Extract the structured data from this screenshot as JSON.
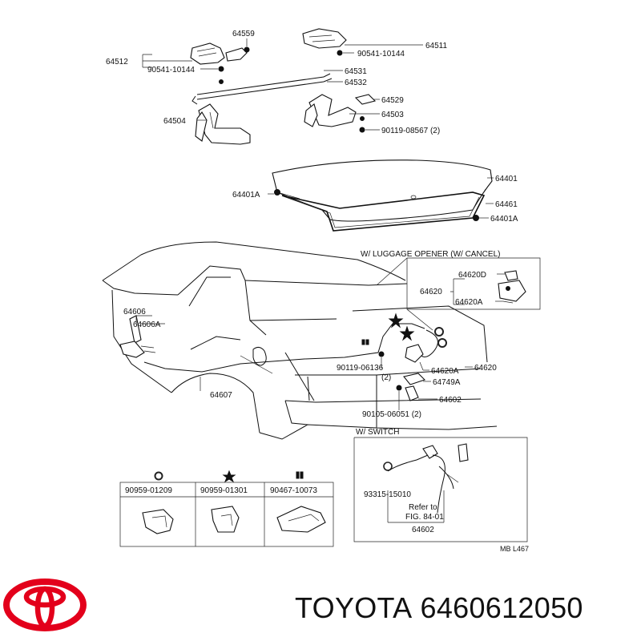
{
  "labels": {
    "p64559": "64559",
    "p64511": "64511",
    "p64512": "64512",
    "p90541_right": "90541-10144",
    "p90541_left": "90541-10144",
    "p64531": "64531",
    "p64532": "64532",
    "p64529": "64529",
    "p64504": "64504",
    "p64503": "64503",
    "p90119_08567": "90119-08567 (2)",
    "p64401": "64401",
    "p64401A_left": "64401A",
    "p64461": "64461",
    "p64401A_right": "64401A",
    "luggage_opener_title": "W/ LUGGAGE  OPENER (W/ CANCEL)",
    "p64620D": "64620D",
    "p64620": "64620",
    "p64620A_box": "64620A",
    "p64606": "64606",
    "p64606A": "64606A",
    "p90119_06136": "90119-06136",
    "p90119_06136_qty": "(2)",
    "p64620A": "64620A",
    "p64620_right": "64620",
    "p64749A": "64749A",
    "p64602": "64602",
    "p64607": "64607",
    "p90105_06051": "90105-06051 (2)",
    "switch_title": "W/ SWITCH",
    "p93315": "93315-15010",
    "refer_line1": "Refer to",
    "refer_line2": "FIG. 84-01",
    "p64602_switch": "64602",
    "clip1_pn": "90959-01209",
    "clip2_pn": "90959-01301",
    "clip3_pn": "90467-10073",
    "page_code": "MB  L467"
  },
  "icons": {
    "clip1": "ring-clip-icon",
    "clip2": "star-icon",
    "clip3": "double-bar-icon"
  },
  "brand": {
    "name": "TOYOTA",
    "part_number": "6460612050",
    "logo_color": "#e3001b"
  }
}
